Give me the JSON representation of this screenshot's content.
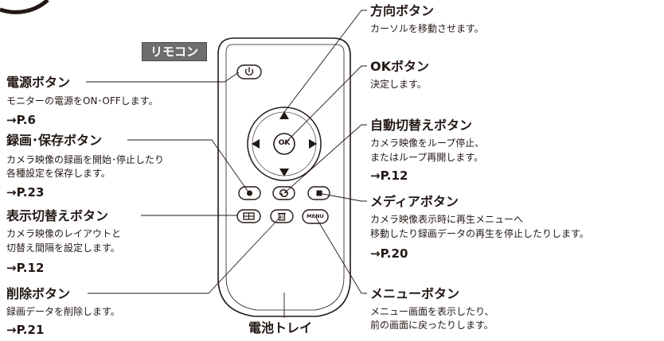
{
  "badge": "リモコン",
  "tray_label": "電池トレイ",
  "remote_buttons": {
    "ok": "OK",
    "menu": "MENU"
  },
  "callouts": {
    "power": {
      "title": "電源ボタン",
      "desc": [
        "モニターの電源をON･OFFします。"
      ],
      "ref": "→P.6"
    },
    "record": {
      "title": "録画･保存ボタン",
      "desc": [
        "カメラ映像の録画を開始･停止したり",
        "各種設定を保存します。"
      ],
      "ref": "→P.23"
    },
    "display": {
      "title": "表示切替えボタン",
      "desc": [
        "カメラ映像のレイアウトと",
        "切替え間隔を設定します。"
      ],
      "ref": "→P.12"
    },
    "delete": {
      "title": "削除ボタン",
      "desc": [
        "録画データを削除します。"
      ],
      "ref": "→P.21"
    },
    "direction": {
      "title": "方向ボタン",
      "desc": [
        "カーソルを移動させます。"
      ]
    },
    "ok": {
      "title": "OKボタン",
      "desc": [
        "決定します。"
      ]
    },
    "auto": {
      "title": "自動切替えボタン",
      "desc": [
        "カメラ映像をループ停止、",
        "またはループ再開します。"
      ],
      "ref": "→P.12"
    },
    "media": {
      "title": "メディアボタン",
      "desc": [
        "カメラ映像表示時に再生メニューへ",
        "移動したり録画データの再生を停止したりします。"
      ],
      "ref": "→P.20"
    },
    "menu": {
      "title": "メニューボタン",
      "desc": [
        "メニュー画面を表示したり、",
        "前の画面に戻ったりします。"
      ]
    }
  }
}
